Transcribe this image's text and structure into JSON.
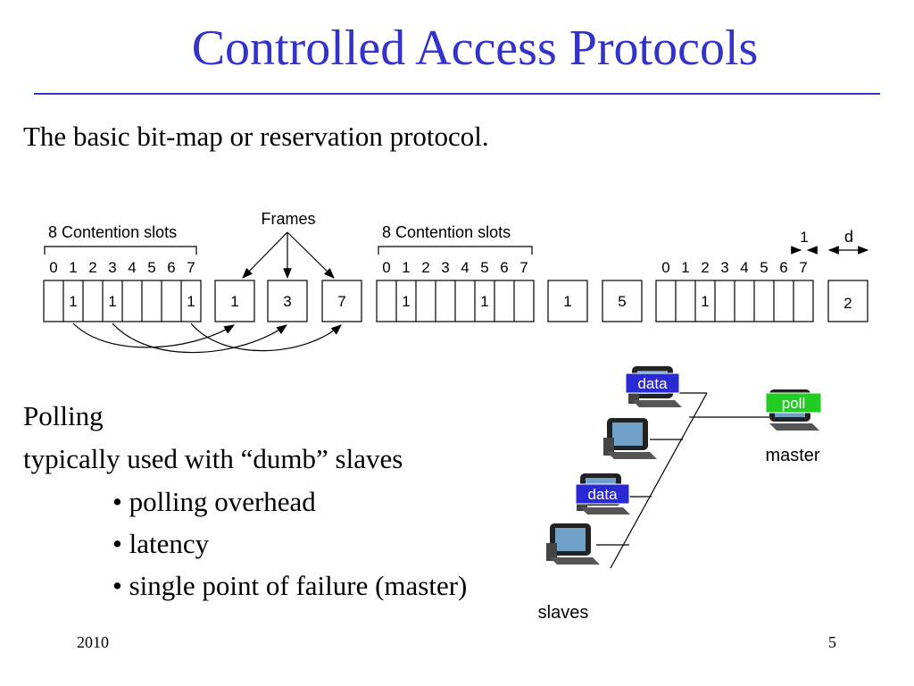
{
  "slide": {
    "title": "Controlled Access Protocols",
    "subtitle": "The basic bit-map or reservation protocol.",
    "polling_heading": "Polling",
    "polling_line": "typically used with “dumb” slaves",
    "bullets": [
      "• polling overhead",
      "• latency",
      "• single point of failure (master)"
    ],
    "footer_year": "2010",
    "footer_page": "5"
  },
  "bitmap": {
    "contention_label": "8 Contention slots",
    "frames_label": "Frames",
    "slot_numbers": [
      "0",
      "1",
      "2",
      "3",
      "4",
      "5",
      "6",
      "7"
    ],
    "group1_marks": [
      "",
      "1",
      "",
      "1",
      "",
      "",
      "",
      "1"
    ],
    "group1_frames": [
      "1",
      "3",
      "7"
    ],
    "group2_marks": [
      "",
      "1",
      "",
      "",
      "",
      "1",
      "",
      ""
    ],
    "group2_frames": [
      "1",
      "5"
    ],
    "group3_marks": [
      "",
      "1",
      "",
      "",
      "",
      "",
      "",
      ""
    ],
    "group3_frame": "2",
    "one_label": "1",
    "d_label": "d"
  },
  "polling_diagram": {
    "data_label": "data",
    "poll_label": "poll",
    "master_label": "master",
    "slaves_label": "slaves",
    "data_color": "#2a2ad4",
    "poll_color": "#22cc22"
  }
}
